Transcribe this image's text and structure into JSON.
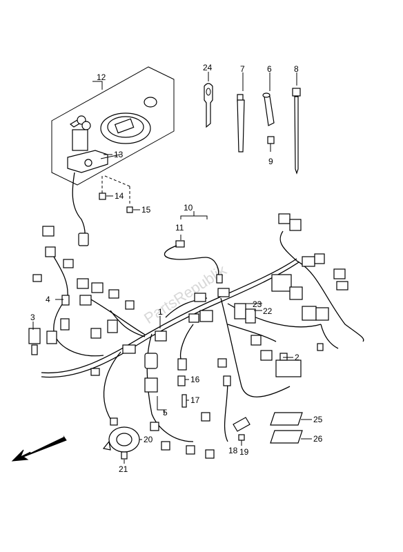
{
  "watermark": "PartsRepublik",
  "callouts": {
    "p1": "1",
    "p2": "2",
    "p3": "3",
    "p4": "4",
    "p5": "5",
    "p6": "6",
    "p7": "7",
    "p8": "8",
    "p9": "9",
    "p10": "10",
    "p11": "11",
    "p12": "12",
    "p13": "13",
    "p14": "14",
    "p15": "15",
    "p16": "16",
    "p17": "17",
    "p18": "18",
    "p19": "19",
    "p20": "20",
    "p21": "21",
    "p22": "22",
    "p23": "23",
    "p24": "24",
    "p25": "25",
    "p26": "26"
  },
  "icons": {
    "direction": "front-direction-arrow-icon"
  }
}
